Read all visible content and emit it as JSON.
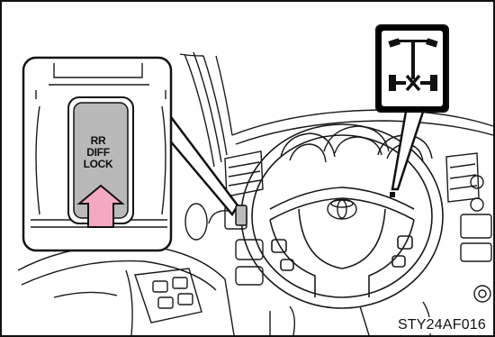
{
  "callout": {
    "button_label_lines": [
      "RR",
      "DIFF",
      "LOCK"
    ]
  },
  "indicator": {
    "icon": "rear-differential-lock-indicator-icon"
  },
  "figure_code": "STY24AF016",
  "colors": {
    "button_fill": "#b9b9b9",
    "arrow_fill": "#f4a9c2",
    "indicator_background": "#000000",
    "line": "#1a1a1a"
  }
}
